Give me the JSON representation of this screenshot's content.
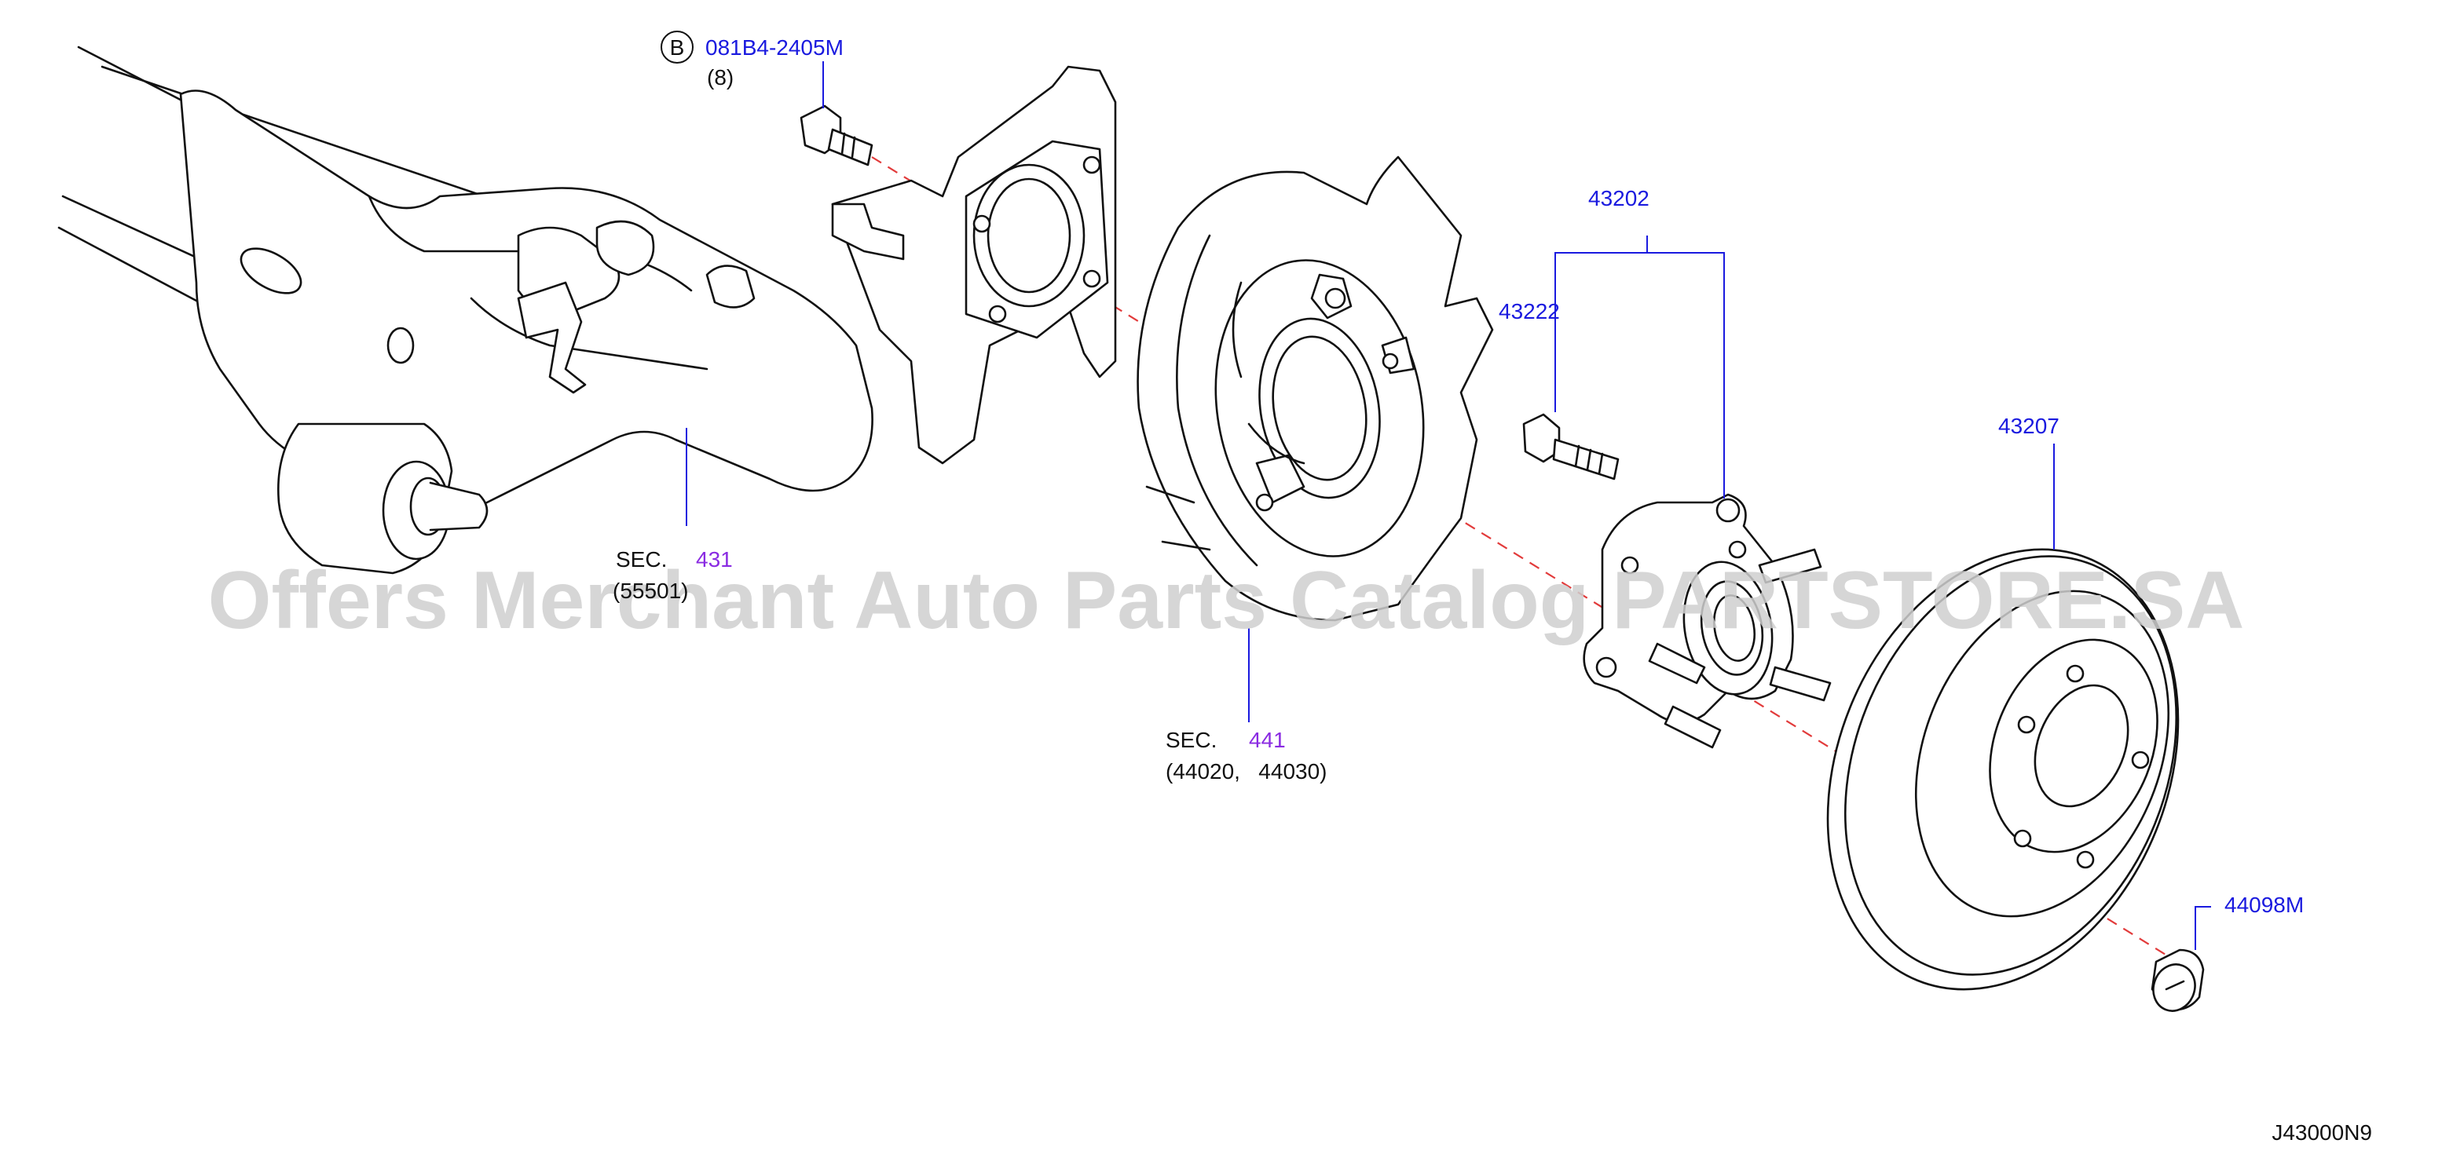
{
  "diagram_code": "J43000N9",
  "watermark": "Offers Merchant Auto Parts Catalog PARTSTORE.SA",
  "callouts": {
    "bolt_badge": "B",
    "bolt_part": "081B4-2405M",
    "bolt_qty": "(8)",
    "hub_assembly": "43202",
    "hub_bolt": "43222",
    "rotor": "43207",
    "cap": "44098M"
  },
  "sections": {
    "suspension": {
      "label": "SEC.",
      "number": "431",
      "sub": "(55501)"
    },
    "brake": {
      "label": "SEC.",
      "number": "441",
      "sub": "(44020,   44030)"
    }
  },
  "colors": {
    "part_number": "#1a1adf",
    "section_number": "#8a2be2",
    "axis_line": "#e23b3b",
    "linework": "#111111"
  }
}
